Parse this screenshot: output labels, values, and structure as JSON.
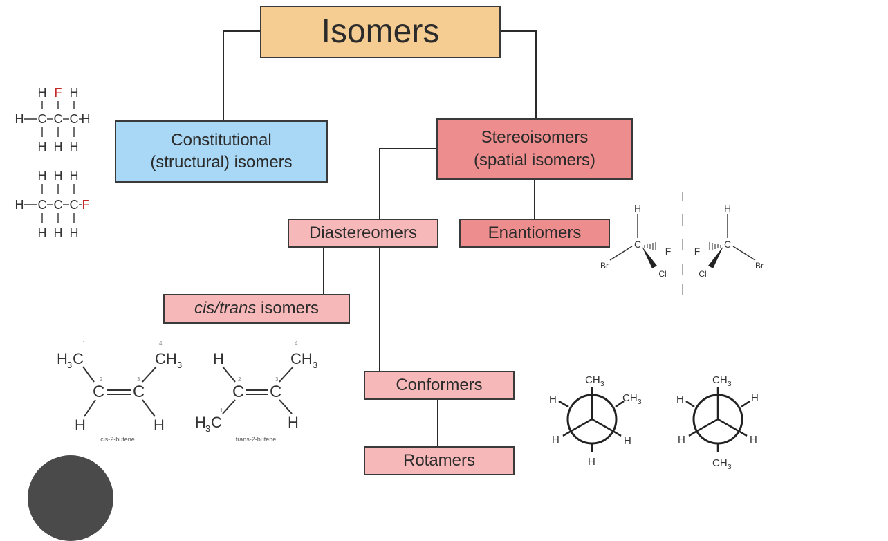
{
  "diagram": {
    "root": "Isomers",
    "constitutional": {
      "line1": "Constitutional",
      "line2": "(structural) isomers"
    },
    "stereoisomers": {
      "line1": "Stereoisomers",
      "line2": "(spatial isomers)"
    },
    "diastereomers": "Diastereomers",
    "enantiomers": "Enantiomers",
    "cis_trans": {
      "italic": "cis/trans",
      "rest": " isomers"
    },
    "conformers": "Conformers",
    "rotamers": "Rotamers"
  },
  "structures": {
    "constitutional_atoms": {
      "H": "H",
      "F": "F",
      "C": "C"
    },
    "enantiomer_atoms": {
      "H": "H",
      "C": "C",
      "F": "F",
      "Br": "Br",
      "Cl": "Cl"
    },
    "butene": {
      "methyl": "CH",
      "sub3": "3",
      "H": "H",
      "C": "C",
      "H3C_main": "H",
      "numbers": [
        "1",
        "2",
        "3",
        "4"
      ],
      "cis_caption": "cis-2-butene",
      "trans_caption": "trans-2-butene"
    },
    "newman": {
      "methyl": "CH",
      "sub3": "3",
      "H": "H"
    }
  },
  "colors": {
    "root": "#f5cc92",
    "constitutional": "#a8d8f5",
    "stereoisomers": "#ee8d8d",
    "light_pink": "#f6b8b8",
    "fluorine": "#c62828"
  }
}
